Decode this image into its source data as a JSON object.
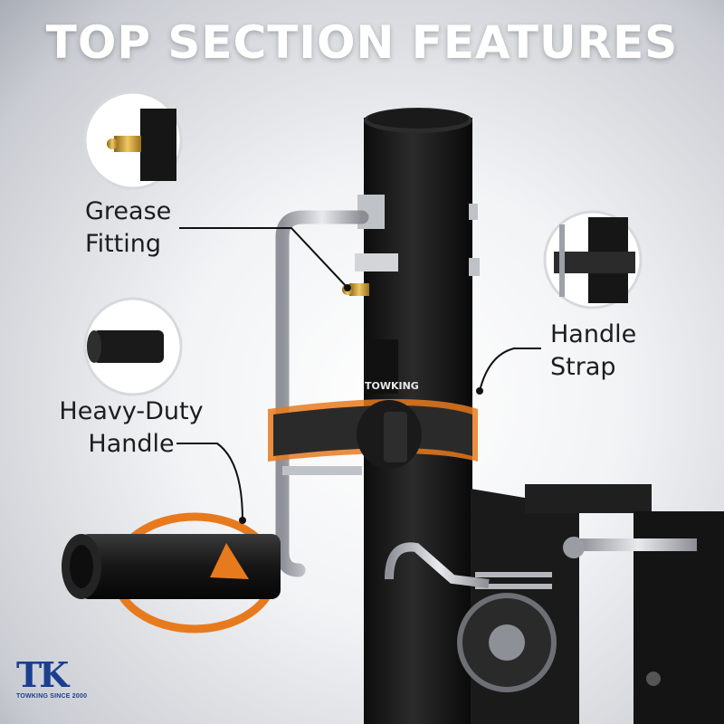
{
  "title": "TOP SECTION FEATURES",
  "features": {
    "grease": {
      "line1": "Grease",
      "line2": "Fitting",
      "icon": "grease-fitting-icon"
    },
    "handle": {
      "line1": "Heavy-Duty",
      "line2": "Handle",
      "icon": "handle-grip-icon"
    },
    "strap": {
      "line1": "Handle",
      "line2": "Strap",
      "icon": "handle-strap-icon"
    }
  },
  "product": {
    "brand_mark": "TOWKING"
  },
  "logo": {
    "mark": "TK",
    "tagline": "TOWKING SINCE 2000"
  },
  "colors": {
    "accent": "#e87a1e",
    "brand": "#1b3f8f",
    "tube": "#1f1f1f"
  }
}
